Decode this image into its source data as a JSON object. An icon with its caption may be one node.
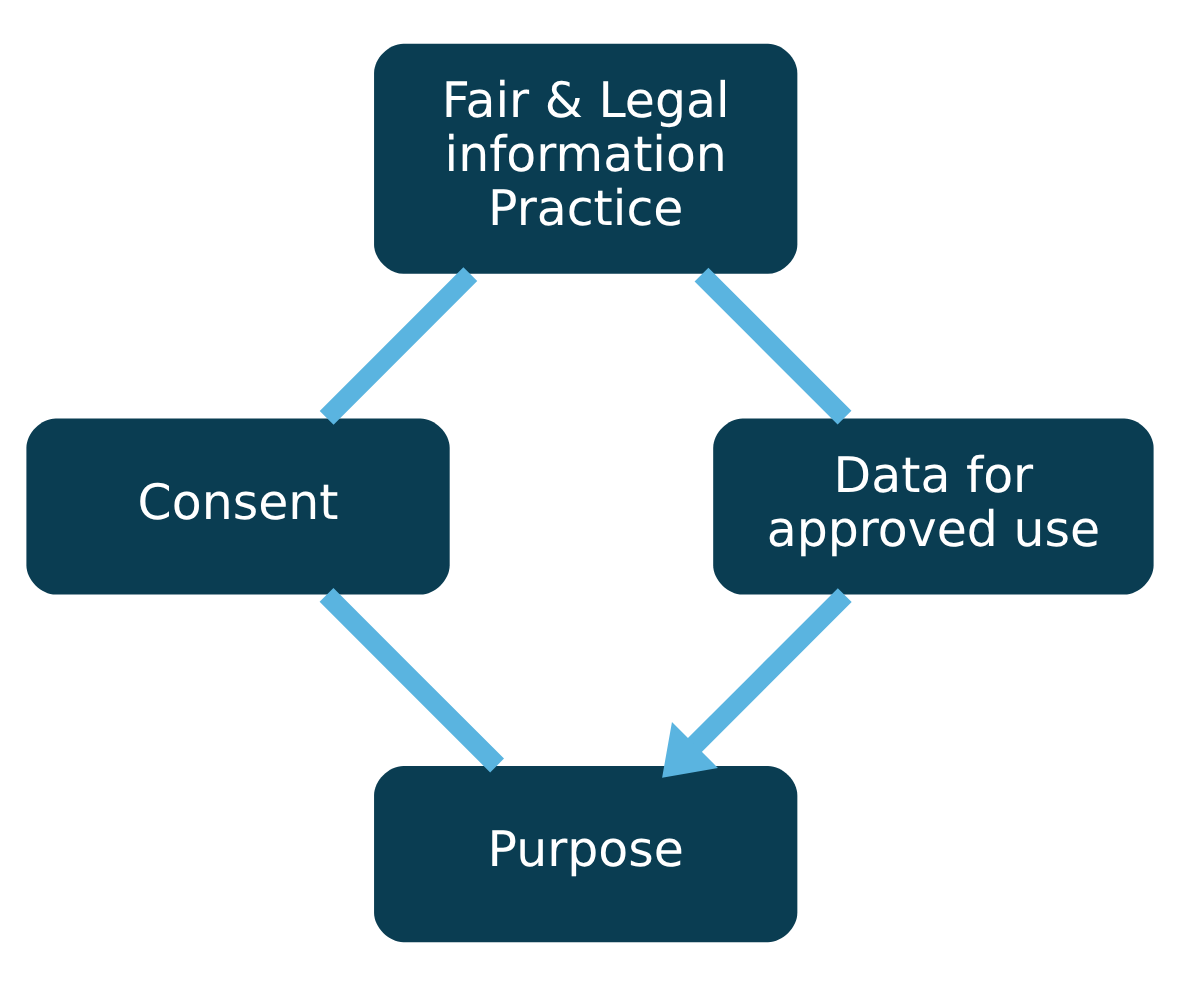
{
  "diagram": {
    "nodes": [
      {
        "text": [
          "Purpose"
        ]
      },
      {
        "text": [
          "Consent"
        ]
      },
      {
        "text": [
          "Fair & Legal information Practice"
        ]
      },
      {
        "text": [
          "Data for approved use"
        ]
      }
    ],
    "edges": [
      {
        "from": 0,
        "to": 1,
        "arrow": "none"
      },
      {
        "from": 1,
        "to": 2,
        "arrow": "none"
      },
      {
        "from": 2,
        "to": 3,
        "arrow": "none"
      },
      {
        "from": 3,
        "to": 0,
        "arrow": "to"
      }
    ]
  }
}
